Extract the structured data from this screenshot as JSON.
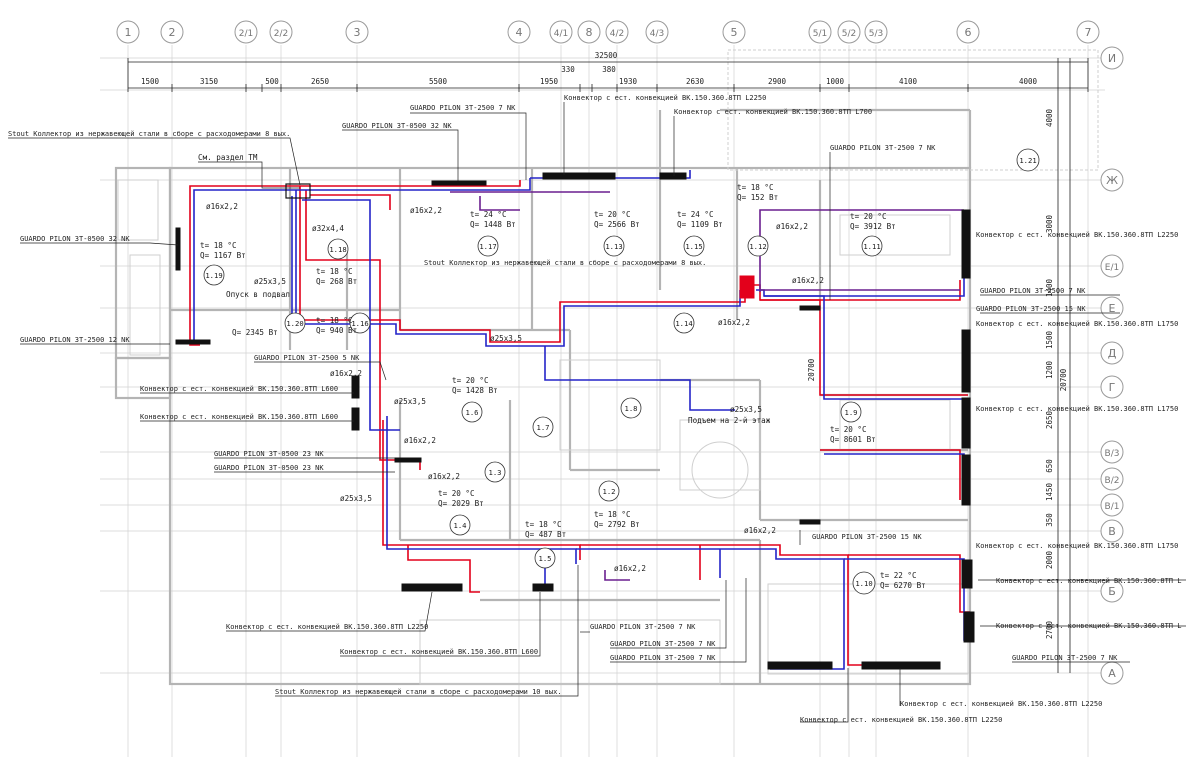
{
  "colors": {
    "supply": "#e3001b",
    "return": "#2424c8",
    "purple": "#6a1f8f",
    "wall": "#b8b8b8",
    "grid": "#c6c6c6",
    "text": "#1a1a1a",
    "equipment": "#111111"
  },
  "axes_top": [
    "1",
    "2",
    "2/1",
    "2/2",
    "3",
    "4",
    "4/1",
    "8",
    "4/2",
    "4/3",
    "5",
    "5/1",
    "5/2",
    "5/3",
    "6",
    "7"
  ],
  "axes_right": [
    "И",
    "Ж",
    "Е/1",
    "Е",
    "Д",
    "Г",
    "В/3",
    "В/2",
    "В/1",
    "В",
    "Б",
    "А"
  ],
  "dimensions_top": {
    "total": "32500",
    "segments": [
      "1500",
      "3150",
      "500",
      "2650",
      "5500",
      "1950",
      "330",
      "380",
      "1930",
      "2630",
      "2900",
      "1000",
      "4100",
      "4000"
    ]
  },
  "dimensions_right": [
    "4000",
    "3000",
    "1400",
    "1500",
    "1200",
    "2650",
    "650",
    "1450",
    "350",
    "2000",
    "2700",
    "20700",
    "20700"
  ],
  "rooms": [
    {
      "id": "1.19",
      "t": "t= 18 °C",
      "q": "Q= 1167 Вт"
    },
    {
      "id": "1.18",
      "t": "t= 18 °C",
      "q": "Q= 268 Вт"
    },
    {
      "id": "1.20",
      "t": "",
      "q": "Q= 2345 Вт"
    },
    {
      "id": "1.16",
      "t": "t= 18 °C",
      "q": "Q= 940 Вт"
    },
    {
      "id": "1.17",
      "t": "t= 24 °C",
      "q": "Q= 1448 Вт"
    },
    {
      "id": "1.13",
      "t": "t= 20 °C",
      "q": "Q= 2566 Вт"
    },
    {
      "id": "1.15",
      "t": "t= 24 °C",
      "q": "Q= 1109 Вт"
    },
    {
      "id": "1.12",
      "t": "t= 18 °C",
      "q": "Q= 152 Вт"
    },
    {
      "id": "1.11",
      "t": "t= 20 °C",
      "q": "Q= 3912 Вт"
    },
    {
      "id": "1.21",
      "t": "",
      "q": ""
    },
    {
      "id": "1.14",
      "t": "",
      "q": ""
    },
    {
      "id": "1.6",
      "t": "t= 20 °C",
      "q": "Q= 1428 Вт"
    },
    {
      "id": "1.7",
      "t": "",
      "q": ""
    },
    {
      "id": "1.8",
      "t": "",
      "q": ""
    },
    {
      "id": "1.9",
      "t": "t= 20 °C",
      "q": "Q= 8601 Вт"
    },
    {
      "id": "1.3",
      "t": "",
      "q": ""
    },
    {
      "id": "1.4",
      "t": "t= 20 °C",
      "q": "Q= 2029 Вт"
    },
    {
      "id": "1.2",
      "t": "t= 18 °C",
      "q": "Q= 2792 Вт"
    },
    {
      "id": "1.5",
      "t": "t= 18 °C",
      "q": "Q= 487 Вт"
    },
    {
      "id": "1.10",
      "t": "t= 22 °C",
      "q": "Q= 6270 Вт"
    }
  ],
  "notes": {
    "otvod": "Опуск в подвал",
    "razdel": "См. раздел ТМ",
    "podem": "Подъем на 2-й этаж"
  },
  "pipes": {
    "p16": "ø16х2,2",
    "p25": "ø25х3,5",
    "p32": "ø32х4,4"
  },
  "callouts": {
    "c01": "GUARDO PILON 3Т-2500 7 NK",
    "c02": "Конвектор с ест. конвекцией ВК.150.360.8ТП L2250",
    "c03": "Конвектор с ест. конвекцией ВК.150.360.8ТП L700",
    "c04": "GUARDO PILON 3Т-0500 32 NK",
    "c05": "Stout  Коллектор из нержавеющей стали в сборе с расходомерами 8 вых.",
    "c06": "GUARDO PILON 3Т-2500 7 NK",
    "c07": "GUARDO PILON 3Т-0500 32 NK",
    "c08": "Stout  Коллектор из нержавеющей стали в сборе с расходомерами 8 вых.",
    "c09": "Конвектор с ест. конвекцией ВК.150.360.8ТП L2250",
    "c10": "GUARDO PILON 3Т-2500 7 NK",
    "c11": "GUARDO PILON 3Т-2500 15 NK",
    "c12": "Конвектор с ест. конвекцией ВК.150.360.8ТП L1750",
    "c13": "GUARDO PILON 3Т-2500 12 NK",
    "c14": "GUARDO PILON 3Т-2500 5 NK",
    "c15": "Конвектор с ест. конвекцией ВК.150.360.8ТП L600",
    "c16": "Конвектор с ест. конвекцией ВК.150.360.8ТП L600",
    "c17": "Конвектор с ест. конвекцией ВК.150.360.8ТП L1750",
    "c18": "GUARDO PILON 3Т-0500 23 NK",
    "c19": "GUARDO PILON 3Т-0500 23 NK",
    "c20": "GUARDO PILON 3Т-2500 15 NK",
    "c21": "Конвектор с ест. конвекцией ВК.150.360.8ТП L1750",
    "c22": "Конвектор с ест. конвекцией ВК.150.360.8ТП L",
    "c23": "Конвектор с ест. конвекцией ВК.150.360.8ТП L",
    "c24": "Конвектор с ест. конвекцией ВК.150.360.8ТП L2250",
    "c25": "GUARDO PILON 3Т-2500 7 NK",
    "c26": "GUARDO PILON 3Т-2500 7 NK",
    "c27": "GUARDO PILON 3Т-2500 7 NK",
    "c28": "GUARDO PILON 3Т-2500 7 NK",
    "c29": "Конвектор с ест. конвекцией ВК.150.360.8ТП L600",
    "c30": "Конвектор с ест. конвекцией ВК.150.360.8ТП L2250",
    "c31": "Stout  Коллектор из нержавеющей стали в сборе с расходомерами 10 вых.",
    "c32": "Конвектор с ест. конвекцией ВК.150.360.8ТП L2250"
  }
}
